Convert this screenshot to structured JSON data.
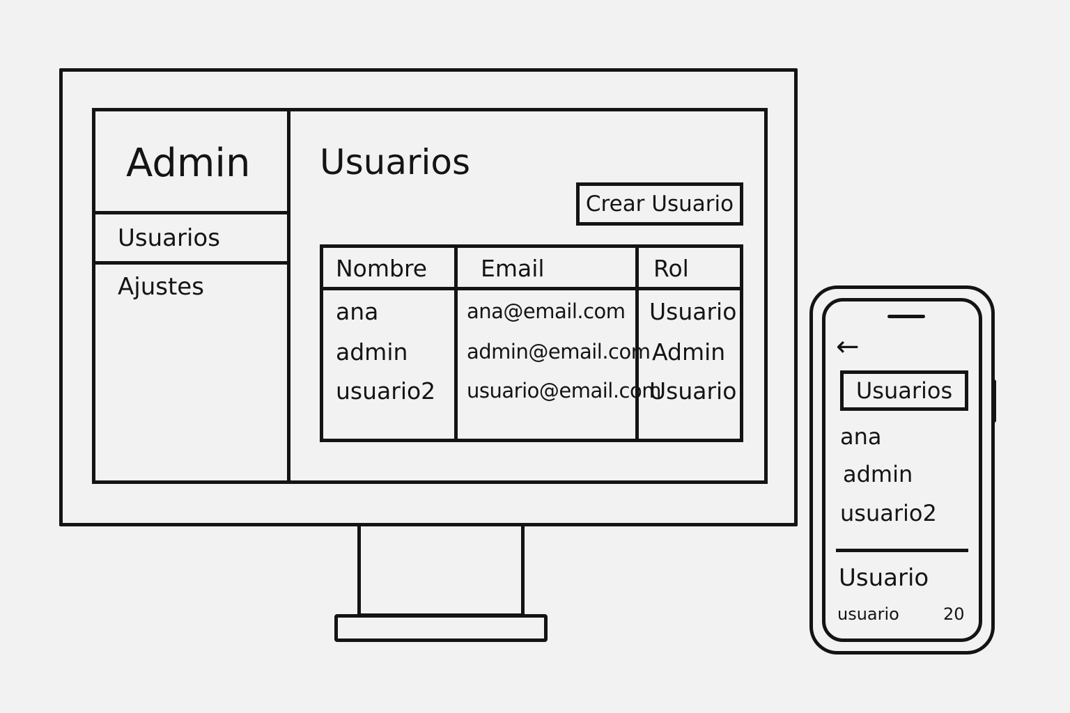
{
  "desktop": {
    "sidebar": {
      "title": "Admin",
      "items": [
        {
          "label": "Usuarios"
        },
        {
          "label": "Ajustes"
        }
      ]
    },
    "main": {
      "title": "Usuarios",
      "create_button_label": "Crear Usuario",
      "table": {
        "columns": [
          "Nombre",
          "Email",
          "Rol"
        ],
        "rows": [
          {
            "name": "ana",
            "email": "ana@email.com",
            "role": "Usuario"
          },
          {
            "name": "admin",
            "email": "admin@email.com",
            "role": "Admin"
          },
          {
            "name": "usuario2",
            "email": "usuario@email.com",
            "role": "Usuario"
          }
        ]
      }
    }
  },
  "mobile": {
    "back_icon": "arrow-left-icon",
    "tab_label": "Usuarios",
    "list": [
      "ana",
      "admin",
      "usuario2"
    ],
    "detail": {
      "title": "Usuario",
      "label": "usuario",
      "value": "20"
    }
  }
}
